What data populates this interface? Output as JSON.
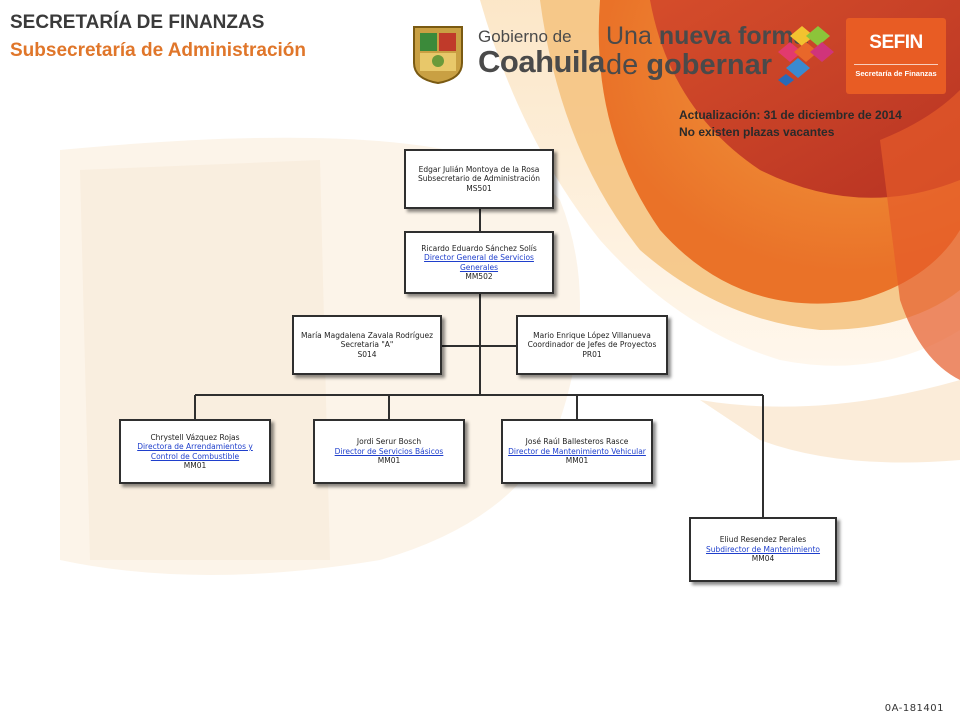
{
  "header": {
    "title": "SECRETARÍA DE FINANZAS",
    "subtitle": "Subsecretaría de Administración"
  },
  "logos": {
    "gobierno_line1": "Gobierno de",
    "gobierno_line2": "Coahuila",
    "slogan_a": "Una",
    "slogan_b": "nueva forma",
    "slogan_c": "de",
    "slogan_d": "gobernar",
    "sefin_name": "SEFIN",
    "sefin_tag": "Secretaría de Finanzas"
  },
  "update": {
    "date_line": "Actualización: 31  de diciembre de 2014",
    "vacancies": "No existen plazas vacantes"
  },
  "org": {
    "subsecretario": {
      "name": "Edgar Julián Montoya de la Rosa",
      "position": "Subsecretario de Administración",
      "code": "MS501"
    },
    "director_general": {
      "name": "Ricardo Eduardo Sánchez Solís",
      "position": "Director General de Servicios Generales",
      "code": "MM502"
    },
    "secretaria": {
      "name": "María Magdalena Zavala Rodríguez",
      "position": "Secretaria  \"A\"",
      "code": "S014"
    },
    "coordinador": {
      "name": "Mario Enrique López Villanueva",
      "position": "Coordinador  de Jefes de Proyectos",
      "code": "PR01"
    },
    "dir_arrendamientos": {
      "name": "Chrystell Vázquez Rojas",
      "position": "Directora  de Arrendamientos  y Control  de Combustible",
      "code": "MM01"
    },
    "dir_servicios": {
      "name": "Jordi Serur Bosch",
      "position": "Director  de Servicios Básicos",
      "code": "MM01"
    },
    "dir_mantenimiento": {
      "name": "José Raúl Ballesteros Rasce",
      "position": "Director  de Mantenimiento Vehicular",
      "code": "MM01"
    },
    "subdir_mantenimiento": {
      "name": "Eliud Resendez Perales",
      "position": "Subdirector  de Mantenimiento",
      "code": "MM04"
    }
  },
  "footer": {
    "code": "0A-181401"
  }
}
